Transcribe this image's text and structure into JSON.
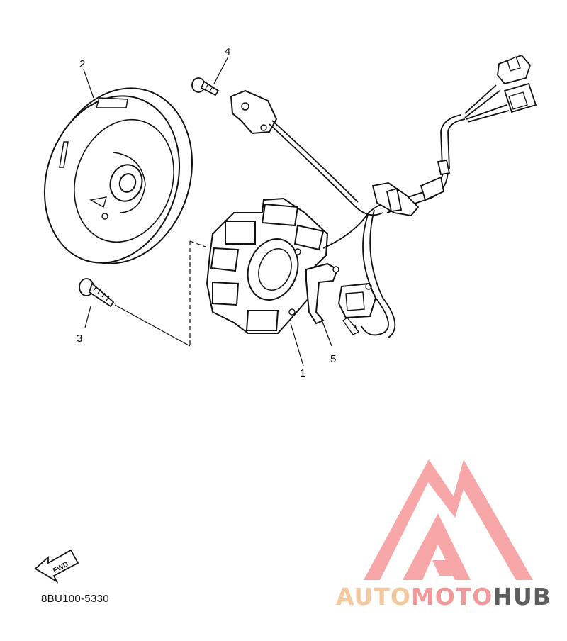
{
  "diagram": {
    "callouts": [
      {
        "id": "1",
        "label": "1"
      },
      {
        "id": "2",
        "label": "2"
      },
      {
        "id": "3",
        "label": "3"
      },
      {
        "id": "4",
        "label": "4"
      },
      {
        "id": "5",
        "label": "5"
      }
    ],
    "fwd_label": "FWD",
    "part_code": "8BU100-5330"
  },
  "watermark": {
    "part1": "AUTO",
    "part2": "MOTO",
    "part3": "HUB",
    "colors": {
      "auto": "#f4c9a0",
      "moto": "#f29a9a",
      "hub": "#5e5e5e",
      "logo": "#f7a0a0"
    }
  }
}
